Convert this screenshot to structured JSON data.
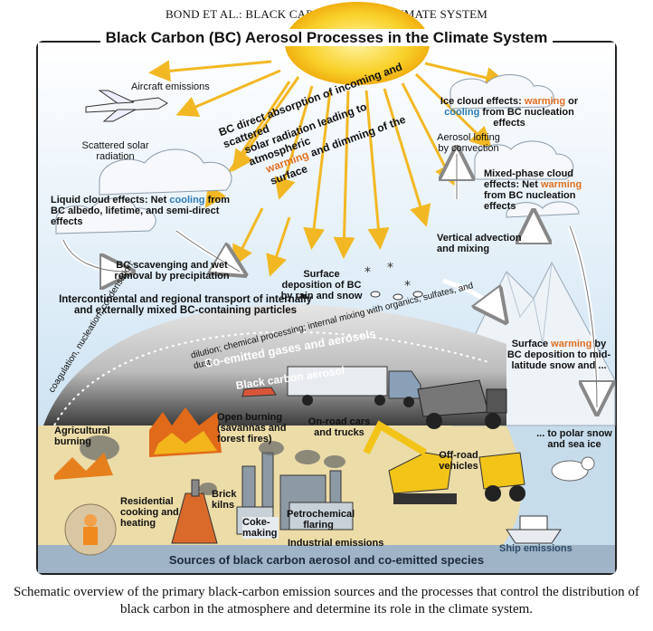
{
  "header": "BOND ET AL.: BLACK CARBON IN THE CLIMATE SYSTEM",
  "title": "Black Carbon (BC) Aerosol Processes in the Climate System",
  "labels": {
    "aircraft": "Aircraft emissions",
    "scattered": "Scattered solar radiation",
    "liquid_pre": "Liquid cloud effects:  Net ",
    "liquid_cool": "cooling",
    "liquid_post": " from BC albedo, lifetime, and semi-direct effects",
    "scavenging": "BC scavenging and wet removal by precipitation",
    "transport": "Intercontinental and regional transport of internally and  externally mixed BC-containing particles",
    "direct_a": "BC direct absorption of incoming and scattered",
    "direct_b": "solar radiation leading to atmospheric",
    "direct_warm": "warming",
    "direct_c": " and dimming of the surface",
    "ice_pre": "Ice cloud effects: ",
    "ice_warm": "warming",
    "ice_or": " or ",
    "ice_cool": "cooling",
    "ice_post": " from BC nucleation effects",
    "lofting": "Aerosol lofting by convection",
    "mixed_pre": "Mixed-phase cloud effects: Net ",
    "mixed_warm": "warming",
    "mixed_post": " from BC nucleation effects",
    "advection": "Vertical advection and mixing",
    "deposition": "Surface deposition of BC by rain and snow",
    "surface_pre": "Surface ",
    "surface_warm": "warming",
    "surface_post": " by BC deposition to mid-latitude snow and ...",
    "coag": "coagulation, nucleation, condensation;",
    "dilution": "dilution; chemical processing; internal mixing with organics, sulfates, and dust",
    "coemitted": "Co-emitted gases and aerosols",
    "bc_aerosol": "Black carbon aerosol",
    "agri": "Agricultural burning",
    "open": "Open burning (savannas and forest fires)",
    "onroad": "On-road cars and trucks",
    "offroad": "Off-road vehicles",
    "polar": "... to polar snow and sea ice",
    "residential": "Residential cooking and heating",
    "brick": "Brick kilns",
    "coke": "Coke-making",
    "petro": "Petrochemical flaring",
    "industrial": "Industrial emissions",
    "ship": "Ship emissions",
    "sources": "Sources of black carbon aerosol and co-emitted species"
  },
  "caption": "Schematic overview of the primary black-carbon emission sources and the processes that control the distribution of black carbon in the atmosphere and determine its role in the climate system.",
  "colors": {
    "sun": "#f7c520",
    "warm": "#e07020",
    "cool": "#2a7bb8",
    "sky": "#cfe3f2",
    "ground": "#e9d9a8",
    "band": "#444444"
  }
}
